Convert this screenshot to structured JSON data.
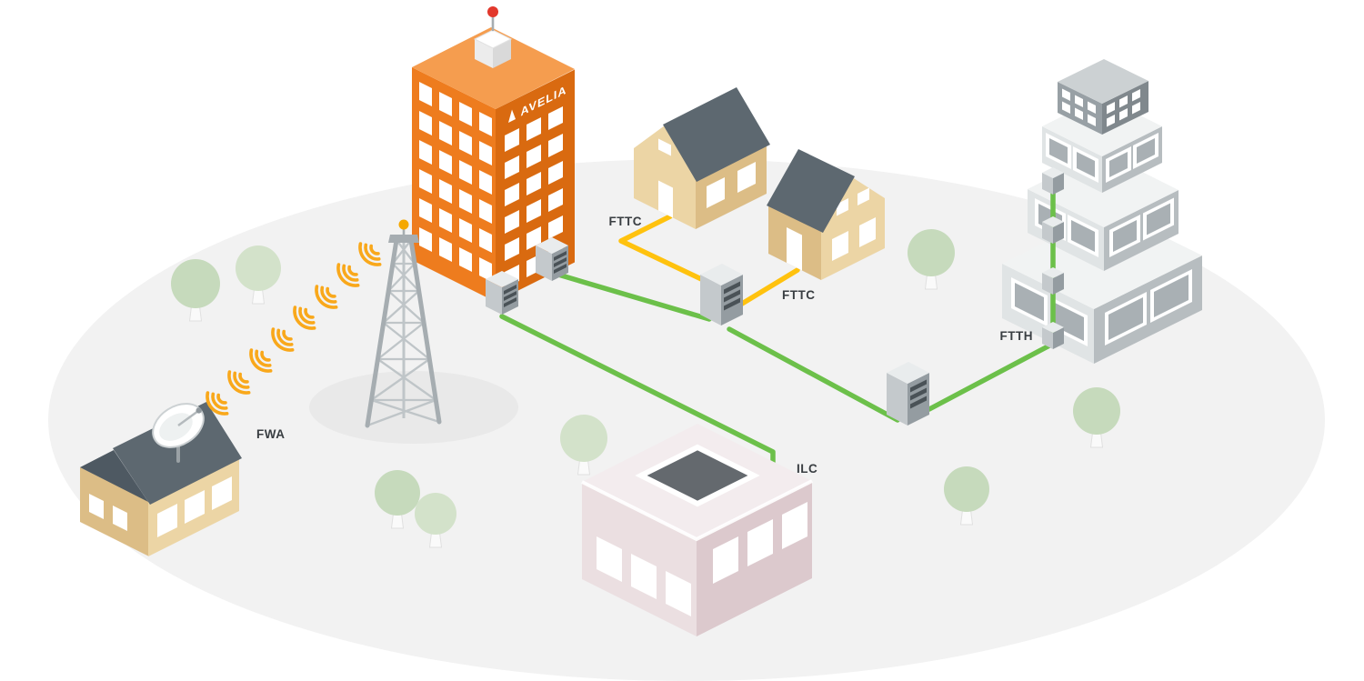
{
  "brand": {
    "name": "AVELIA"
  },
  "labels": {
    "fwa": "FWA",
    "fttc_left": "FTTC",
    "fttc_right": "FTTC",
    "ilc": "ILC",
    "ftth": "FTTH"
  },
  "icons": {
    "avelia_logo_icon": "triangle-mark",
    "satellite_dish_icon": "parabolic-dish",
    "signal_arc_icon": "concentric-radio-arcs",
    "tower_beacon_icon": "amber-dot",
    "mast_beacon_icon": "red-dot"
  },
  "colors": {
    "ground": "#f2f2f2",
    "shadow": "#e9e9e9",
    "fiber_green": "#6cc04a",
    "drop_yellow": "#ffc20e",
    "signal_yellow": "#f9a81b",
    "orange_left": "#ee7c1e",
    "orange_right": "#d96a10",
    "orange_top": "#f59d4f",
    "roof_dark": "#5d6870",
    "roof_gable": "#4e5962",
    "wall_tan": "#ecd5a5",
    "wall_tan_dark": "#dcbd86",
    "window_white": "#ffffff",
    "tree_a": "#c6dabc",
    "tree_b": "#d3e2ca",
    "trunk": "#fafafa",
    "trunk_edge": "#e0e0e0",
    "cab_left": "#c4c9cc",
    "cab_right": "#949ca1",
    "cab_top": "#e9eced",
    "cab_slot": "#4a5257",
    "tower_gray": "#a6adb1",
    "tower_light": "#bfc5c8",
    "sky_left": "#e0e4e5",
    "sky_right": "#b7bdc0",
    "sky_top": "#f1f3f3",
    "sky_glass": "#a9b0b4",
    "sky_dark_left": "#98a0a5",
    "sky_dark_right": "#80888d",
    "sky_dark_top": "#ccd1d3",
    "ilc_left": "#ebdfe1",
    "ilc_right": "#dcc9cd",
    "ilc_top": "#f3ecee",
    "ilc_court": "#64696e",
    "label_ink": "#393e42",
    "beacon_red": "#e2382c",
    "beacon_amber": "#f5a800"
  }
}
